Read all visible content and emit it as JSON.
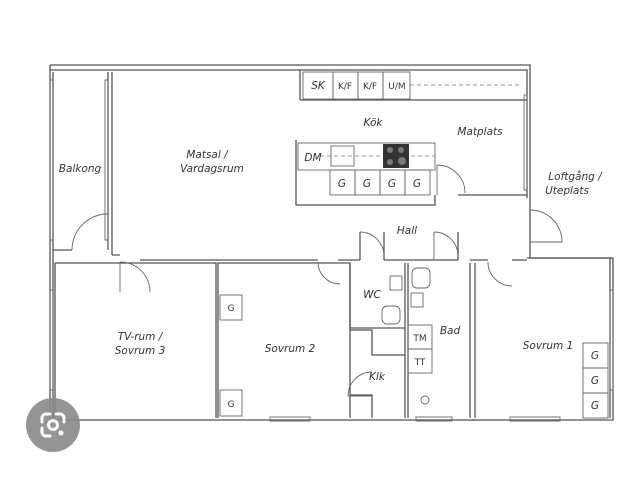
{
  "rooms": {
    "balkong": "Balkong",
    "matsal_1": "Matsal /",
    "matsal_2": "Vardagsrum",
    "kok": "Kök",
    "matplats": "Matplats",
    "loftgang_1": "Loftgång /",
    "loftgang_2": "Uteplats",
    "hall": "Hall",
    "tvrum_1": "TV-rum /",
    "tvrum_2": "Sovrum 3",
    "sovrum2": "Sovrum 2",
    "wc": "WC",
    "klk": "Klk",
    "bad": "Bad",
    "sovrum1": "Sovrum 1"
  },
  "fixtures": {
    "sk": "SK",
    "kf1": "K/F",
    "kf2": "K/F",
    "um": "U/M",
    "dm": "DM",
    "g": "G",
    "tm": "TM",
    "tt": "TT"
  },
  "overlay": {
    "icon": "google-lens-icon"
  }
}
